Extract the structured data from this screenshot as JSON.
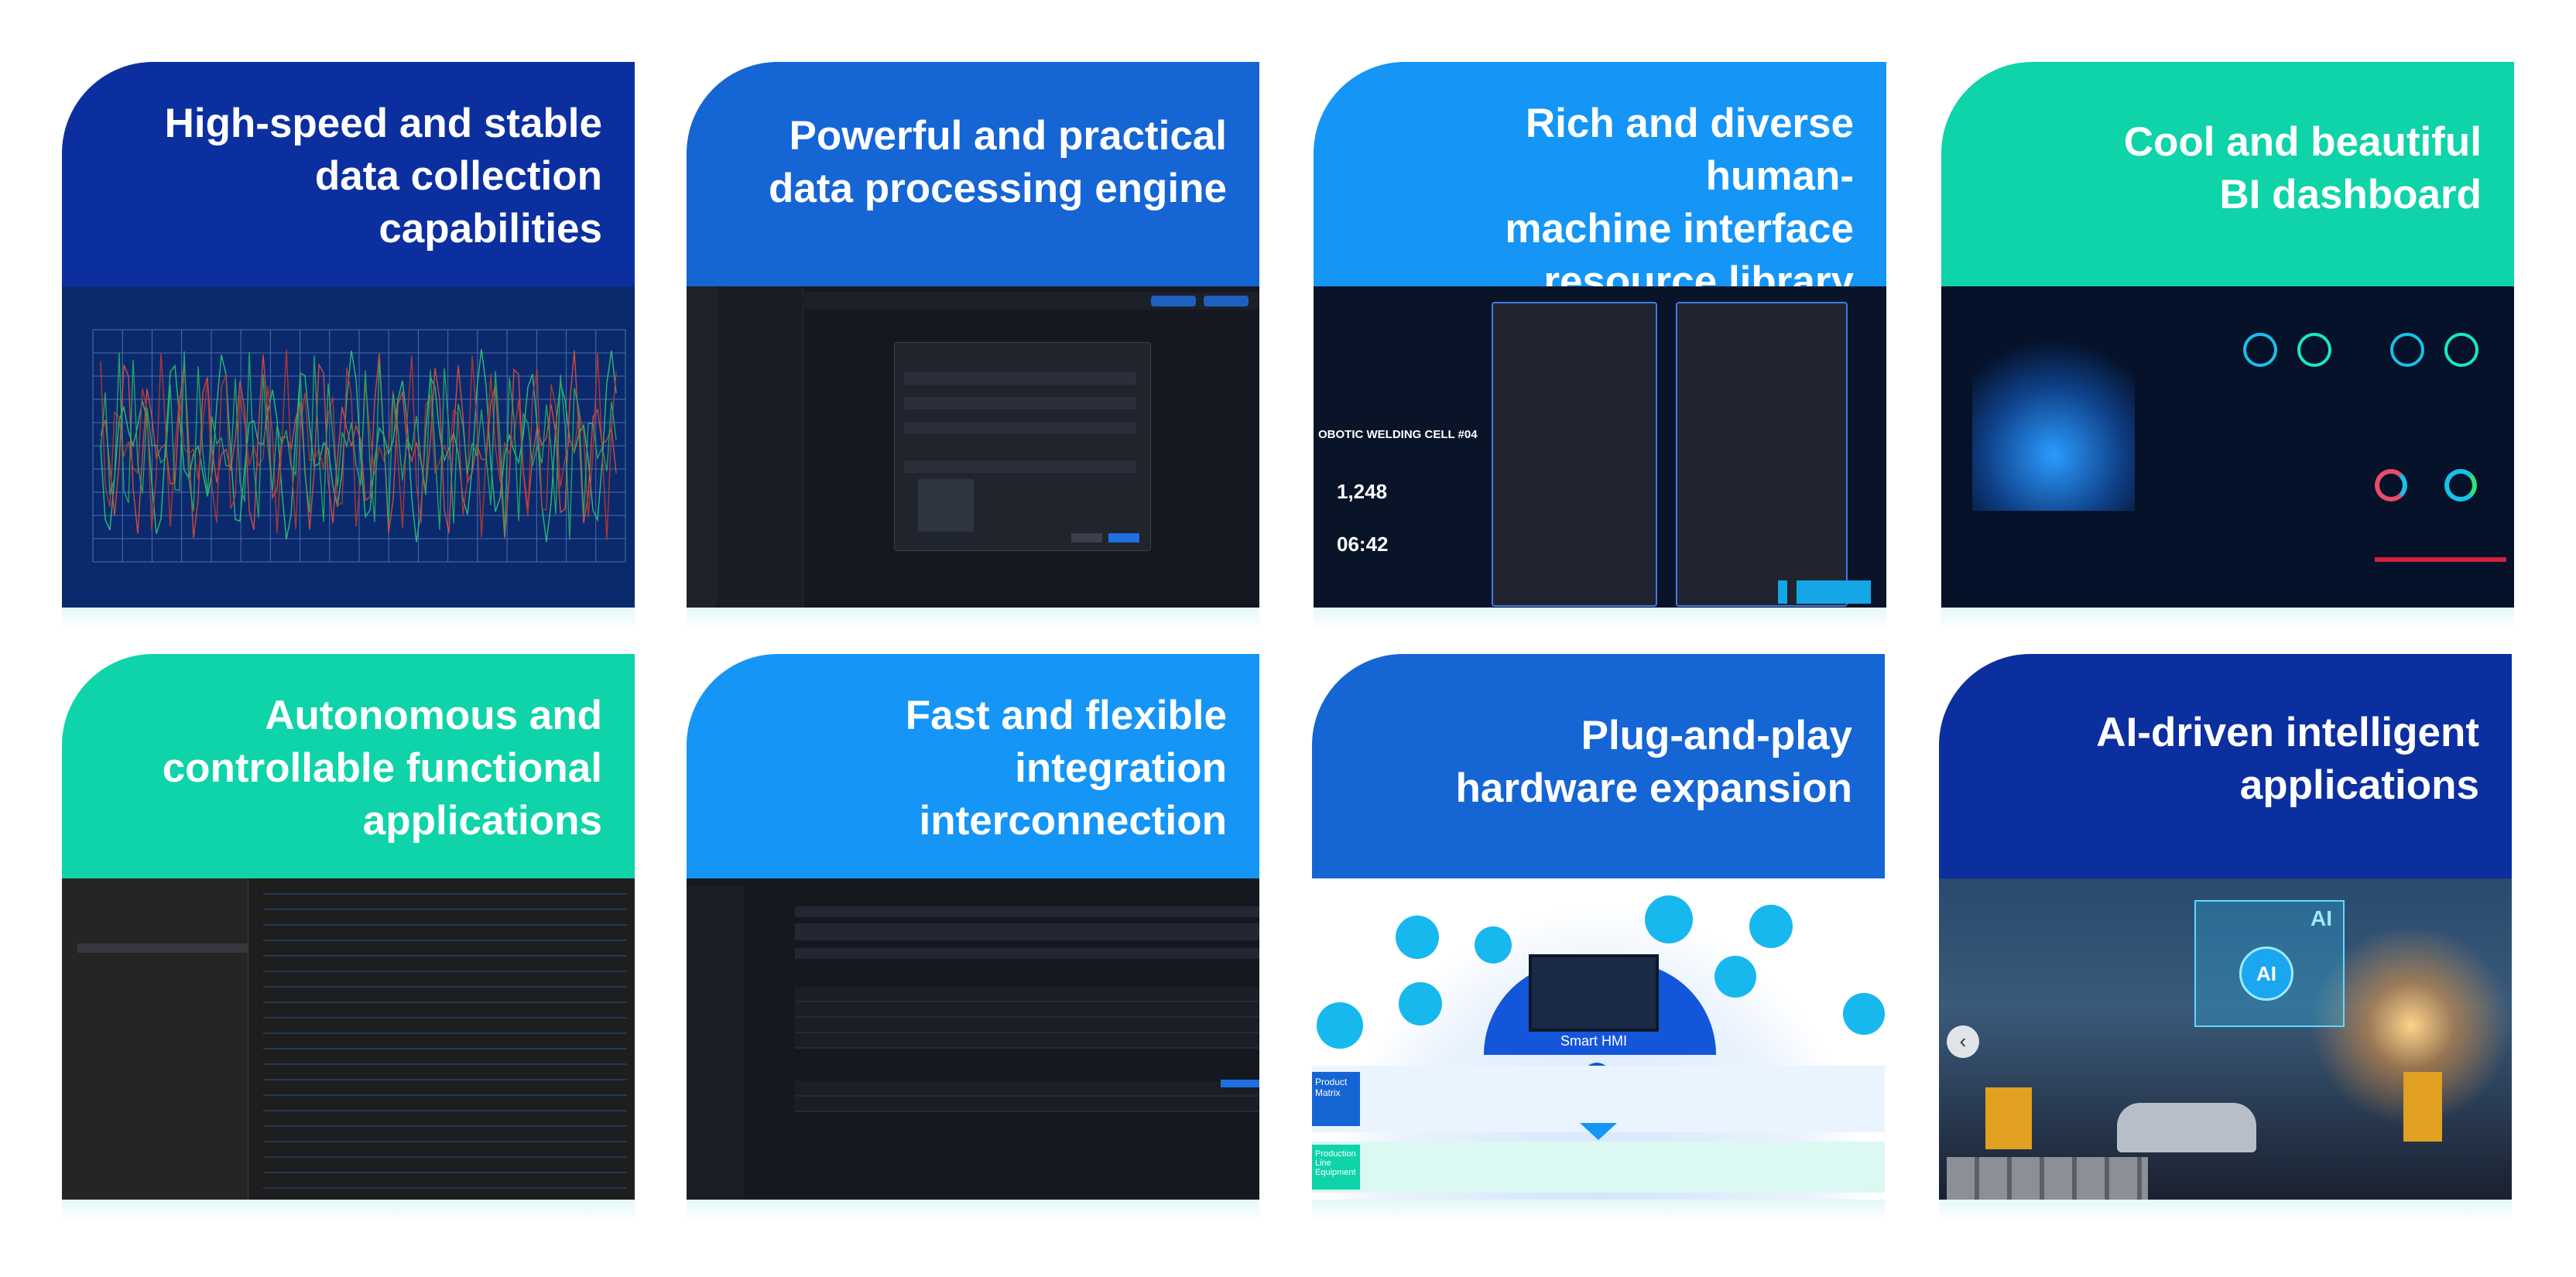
{
  "cards": [
    {
      "title_lines": [
        "High-speed and stable",
        "data collection",
        "capabilities"
      ]
    },
    {
      "title_lines": [
        "Powerful and practical",
        "data processing engine"
      ]
    },
    {
      "title_lines": [
        "Rich and diverse human-",
        "machine interface",
        "resource library"
      ]
    },
    {
      "title_lines": [
        "Cool and beautiful",
        "BI dashboard"
      ]
    },
    {
      "title_lines": [
        "Autonomous and",
        "controllable functional",
        "applications"
      ]
    },
    {
      "title_lines": [
        "Fast and flexible",
        "integration",
        "interconnection"
      ]
    },
    {
      "title_lines": [
        "Plug-and-play",
        "hardware expansion"
      ]
    },
    {
      "title_lines": [
        "AI-driven intelligent",
        "applications"
      ]
    }
  ],
  "hmi": {
    "banner": "OBOTIC WELDING CELL #04",
    "stat1": "1,248",
    "stat2": "06:42"
  },
  "hardware": {
    "device_label": "Smart HMI",
    "row1_label": "Product Matrix",
    "row2_label": "Production Line Equipment"
  },
  "ai": {
    "badge": "AI",
    "chip": "AI"
  },
  "colors": {
    "dark": "#0c2fa0",
    "mid": "#1565d4",
    "light": "#1595f6",
    "teal": "#0fd3a9"
  },
  "icons": {
    "carousel": "chevron-left-icon",
    "expand": "plus-icon"
  }
}
